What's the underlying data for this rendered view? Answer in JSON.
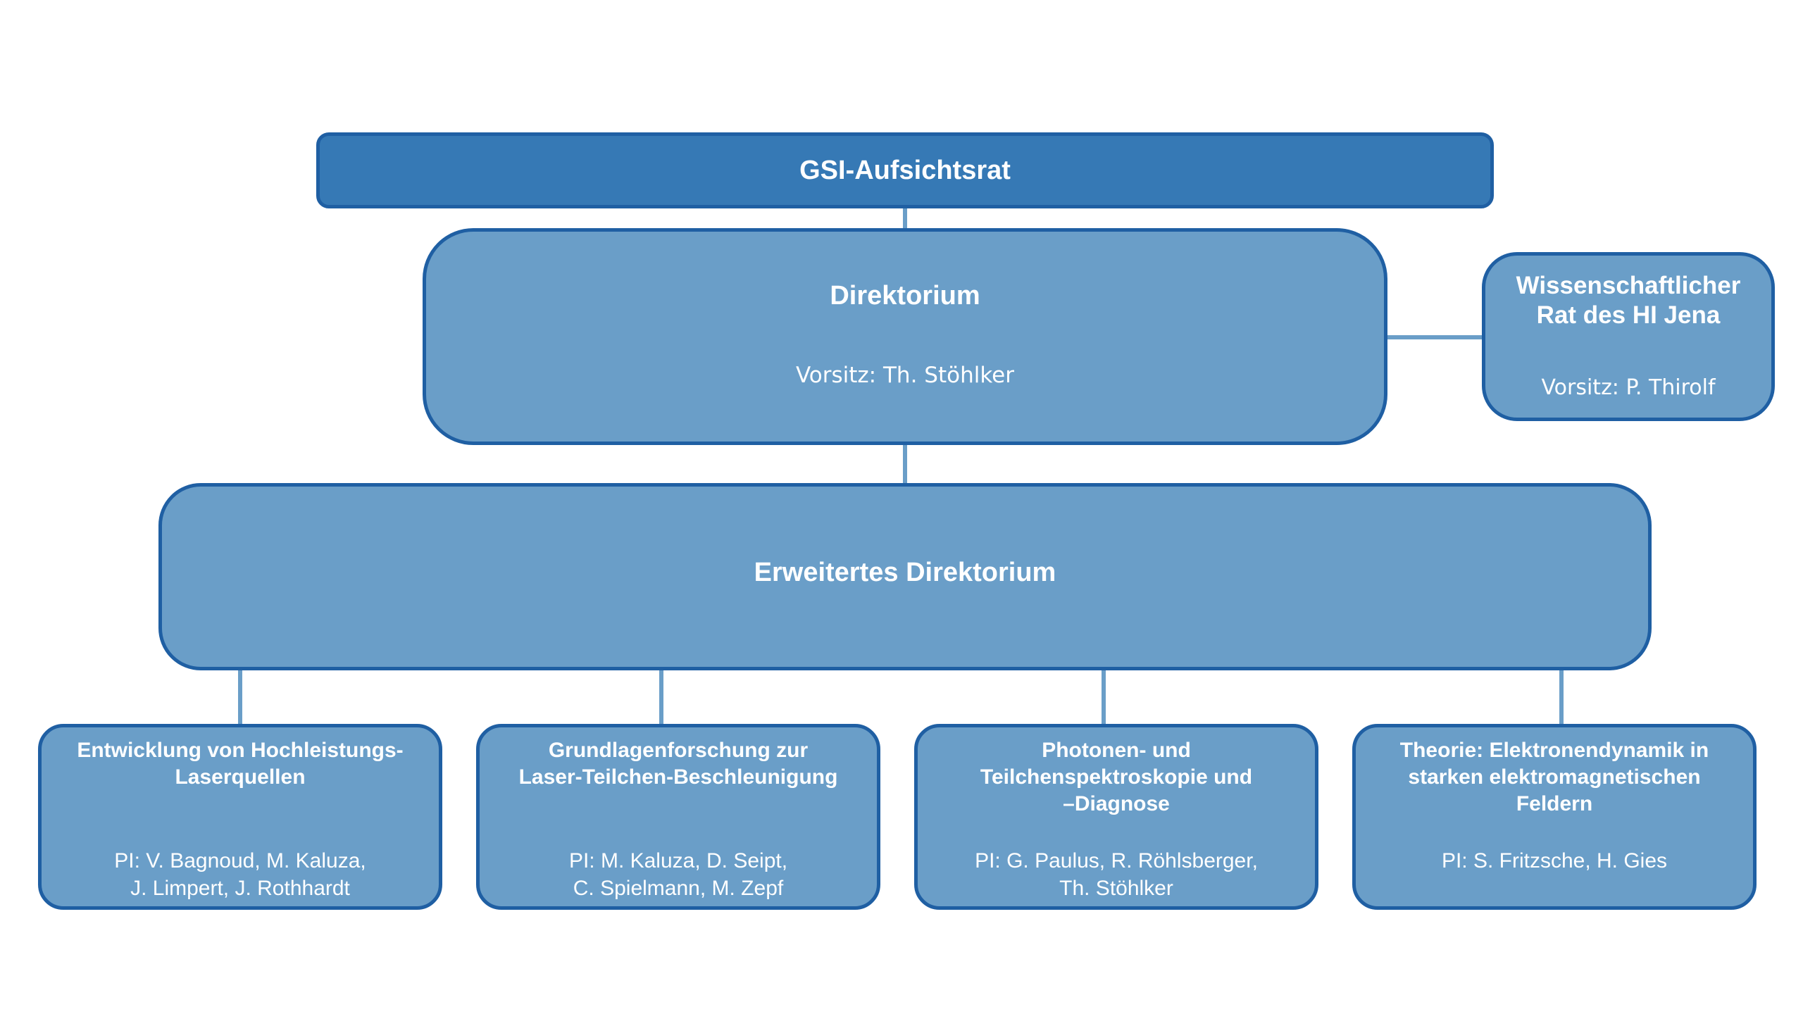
{
  "gsi": {
    "title": "GSI-Aufsichtsrat"
  },
  "direktorium": {
    "title": "Direktorium",
    "subtitle": "Vorsitz: Th. Stöhlker"
  },
  "rat": {
    "title_lines": [
      "Wissenschaftlicher",
      "Rat des HI Jena"
    ],
    "subtitle": "Vorsitz: P. Thirolf"
  },
  "erweitert": {
    "title": "Erweitertes Direktorium"
  },
  "research": [
    {
      "title_lines": [
        "Entwicklung von Hochleistungs-",
        "Laserquellen"
      ],
      "pi_lines": [
        "PI: V. Bagnoud, M. Kaluza,",
        "J. Limpert, J. Rothhardt"
      ]
    },
    {
      "title_lines": [
        "Grundlagenforschung zur",
        "Laser-Teilchen-Beschleunigung"
      ],
      "pi_lines": [
        "PI: M. Kaluza, D. Seipt,",
        "C. Spielmann, M. Zepf"
      ]
    },
    {
      "title_lines": [
        "Photonen- und",
        "Teilchenspektroskopie und",
        "–Diagnose"
      ],
      "pi_lines": [
        "PI:  G. Paulus, R. Röhlsberger,",
        "Th. Stöhlker"
      ]
    },
    {
      "title_lines": [
        "Theorie: Elektronendynamik in",
        "starken elektromagnetischen",
        "Feldern"
      ],
      "pi_lines": [
        "PI:  S. Fritzsche, H. Gies"
      ]
    }
  ],
  "colors": {
    "box_fill": "#6a9ec8",
    "top_fill": "#3679b5",
    "border": "#1f5fa3",
    "connector": "#6a9ec8",
    "text": "#ffffff"
  }
}
